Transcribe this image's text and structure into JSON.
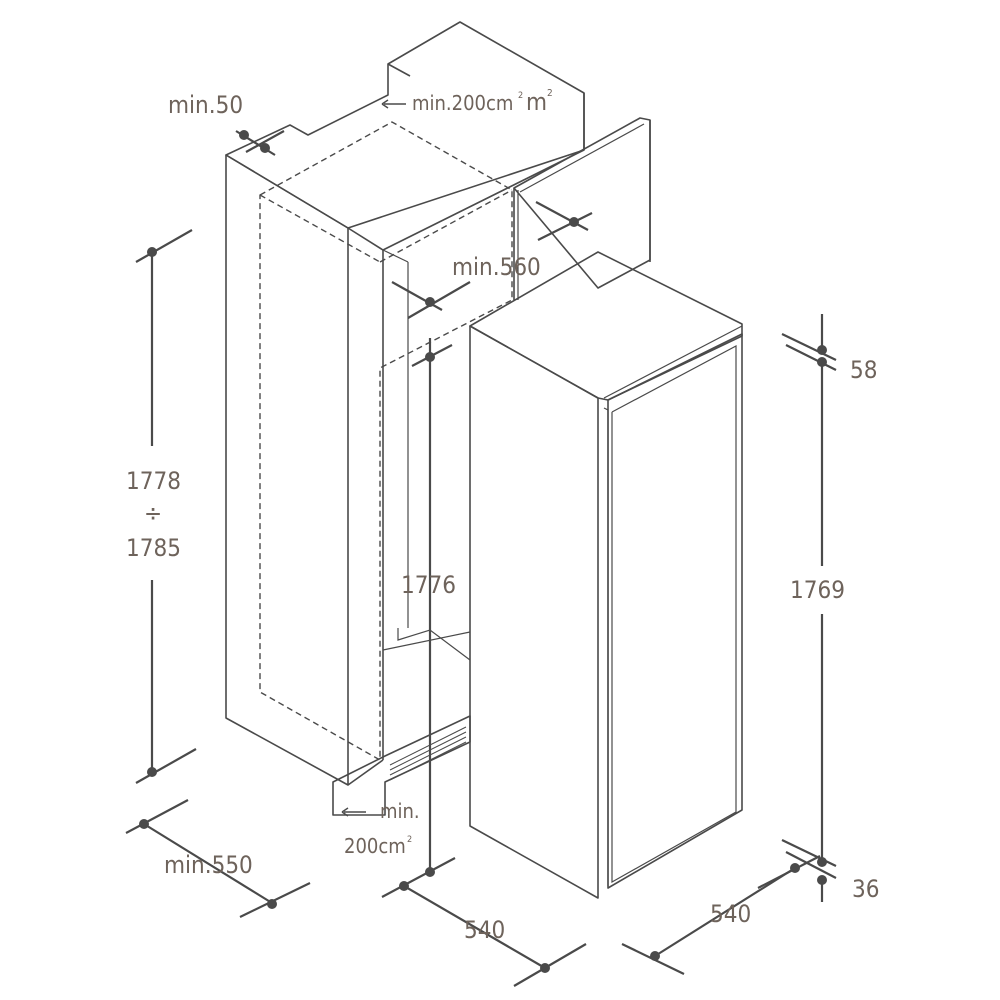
{
  "labels": {
    "min50": "min.50",
    "vent_top": "min.200cm",
    "vent_top_sup": "2",
    "vent_top_unit": "m",
    "vent_top_unit_sup": "2",
    "min560": "min.560",
    "h1778": "1778",
    "div": "÷",
    "h1785": "1785",
    "h1776": "1776",
    "vent_bottom_line1": "min.",
    "vent_bottom_line2": "200cm",
    "vent_bottom_sup": "2",
    "min550": "min.550",
    "d540_left": "540",
    "d540_right": "540",
    "h58": "58",
    "h1769": "1769",
    "h36": "36",
    "arrow_glyph": "<--",
    "dash_glyph": "---"
  },
  "colors": {
    "line": "#4a4a4a",
    "text": "#6e635b",
    "background": "#ffffff"
  }
}
